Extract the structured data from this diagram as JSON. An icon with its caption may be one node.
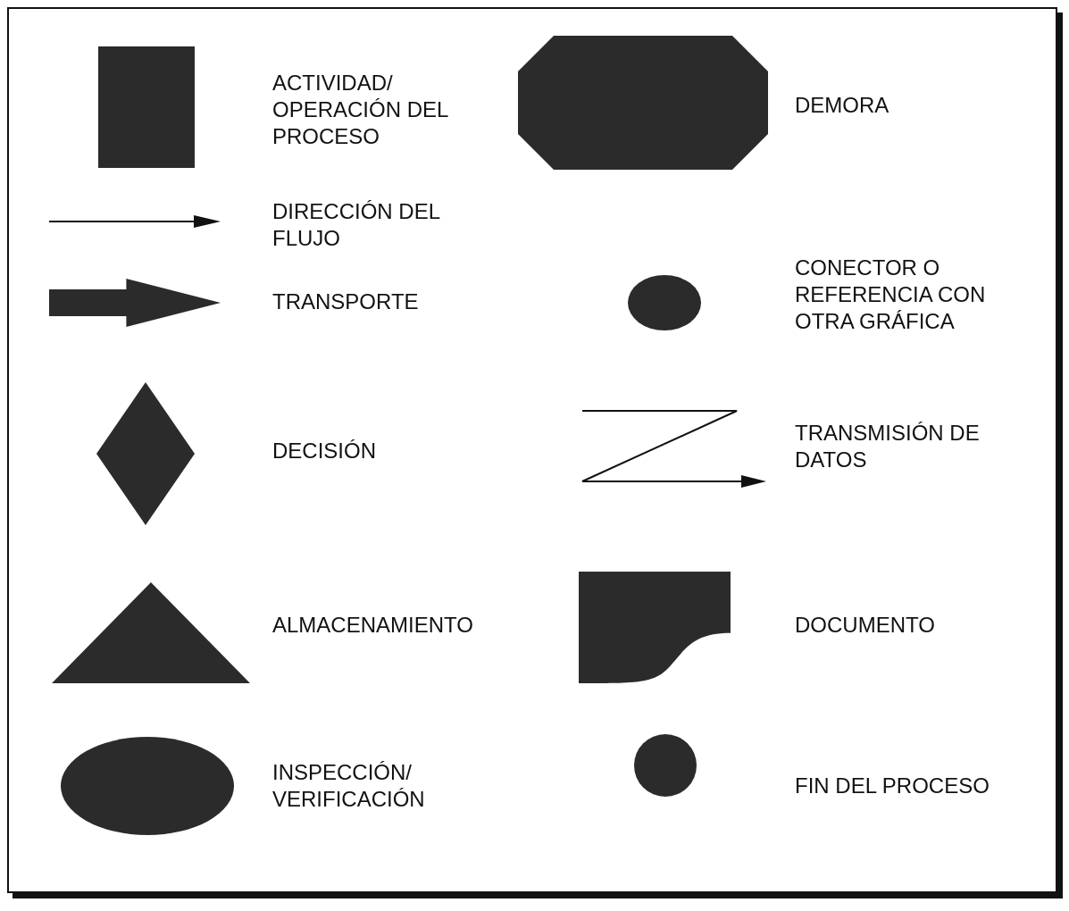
{
  "diagram": {
    "legend": [
      {
        "text": "ACTIVIDAD/ OPERACIÓN DEL PROCESO"
      },
      {
        "text": "DIRECCIÓN DEL FLUJO"
      },
      {
        "text": "TRANSPORTE"
      },
      {
        "text": "DECISIÓN"
      },
      {
        "text": "ALMACENAMIENTO"
      },
      {
        "text": "INSPECCIÓN/ VERIFICACIÓN"
      },
      {
        "text": "DEMORA"
      },
      {
        "text": "CONECTOR O REFERENCIA CON OTRA GRÁFICA"
      },
      {
        "text": "TRANSMISIÓN DE DATOS"
      },
      {
        "text": "DOCUMENTO"
      },
      {
        "text": "FIN DEL PROCESO"
      }
    ]
  }
}
